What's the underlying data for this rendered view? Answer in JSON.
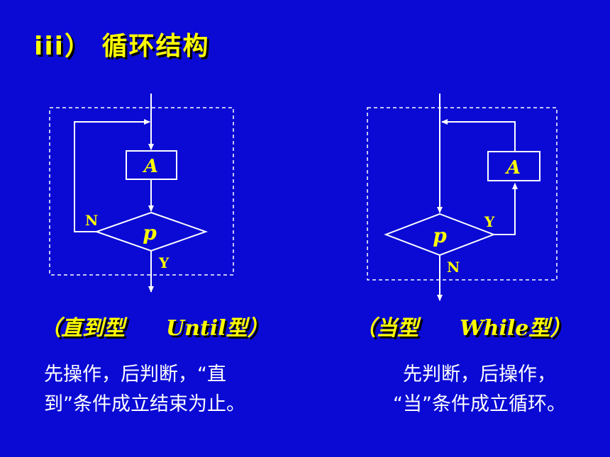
{
  "title": "ⅰⅰⅰ） 循环结构",
  "until": {
    "box_label": "A",
    "diamond_label": "p",
    "no_label": "N",
    "yes_label": "Y",
    "caption_open": "（直到型",
    "caption_close": "Until型）",
    "desc_line1": "先操作，后判断，“直",
    "desc_line2": "到”条件成立结束为止。"
  },
  "while": {
    "box_label": "A",
    "diamond_label": "p",
    "no_label": "N",
    "yes_label": "Y",
    "caption_open": "（当型",
    "caption_close": "While型）",
    "desc_line1": "先判断，后操作，",
    "desc_line2": "“当”条件成立循环。"
  }
}
